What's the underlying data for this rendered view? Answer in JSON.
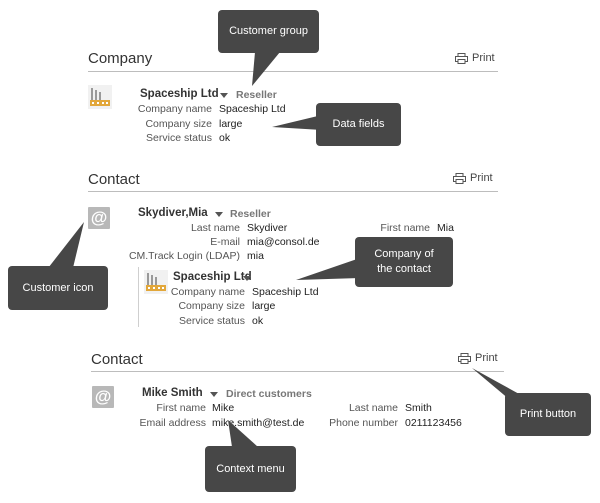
{
  "company_section": {
    "title": "Company",
    "print_label": "Print",
    "name": "Spaceship Ltd",
    "group": "Reseller",
    "fields": [
      {
        "label": "Company name",
        "value": "Spaceship Ltd"
      },
      {
        "label": "Company size",
        "value": "large"
      },
      {
        "label": "Service status",
        "value": "ok"
      }
    ]
  },
  "contact1": {
    "title": "Contact",
    "print_label": "Print",
    "name": "Skydiver,Mia",
    "group": "Reseller",
    "icon_glyph": "@",
    "fields_left": [
      {
        "label": "Last name",
        "value": "Skydiver"
      },
      {
        "label": "E-mail",
        "value": "mia@consol.de"
      },
      {
        "label": "CM.Track Login (LDAP)",
        "value": "mia"
      }
    ],
    "fields_right": [
      {
        "label": "First name",
        "value": "Mia"
      }
    ],
    "company": {
      "name": "Spaceship Ltd",
      "fields": [
        {
          "label": "Company name",
          "value": "Spaceship Ltd"
        },
        {
          "label": "Company size",
          "value": "large"
        },
        {
          "label": "Service status",
          "value": "ok"
        }
      ]
    }
  },
  "contact2": {
    "title": "Contact",
    "print_label": "Print",
    "name": "Mike Smith",
    "group": "Direct customers",
    "icon_glyph": "@",
    "fields_left": [
      {
        "label": "First name",
        "value": "Mike"
      },
      {
        "label": "Email address",
        "value": "mike.smith@test.de"
      }
    ],
    "fields_right": [
      {
        "label": "Last name",
        "value": "Smith"
      },
      {
        "label": "Phone number",
        "value": "0211123456"
      }
    ]
  },
  "callouts": {
    "customer_group": "Customer group",
    "data_fields": "Data fields",
    "company_of_contact_line1": "Company of",
    "company_of_contact_line2": "the contact",
    "customer_icon": "Customer icon",
    "print_button": "Print button",
    "context_menu": "Context menu"
  },
  "colors": {
    "callout_bg": "#474747",
    "icon_bg": "#b8b8b8"
  }
}
